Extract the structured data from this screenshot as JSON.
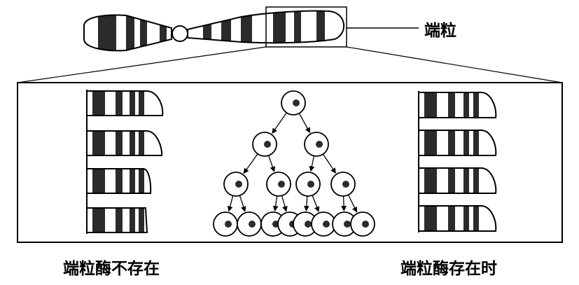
{
  "labels": {
    "telomere": "端粒",
    "telomerase_absent": "端粒酶不存在",
    "telomerase_present": "端粒酶存在时"
  },
  "colors": {
    "ink": "#000000",
    "band": "#2b2b2b",
    "paper": "#ffffff"
  },
  "left_chromatids_shortening": true,
  "right_chromatids_constant": true,
  "cell_division_levels": 4
}
